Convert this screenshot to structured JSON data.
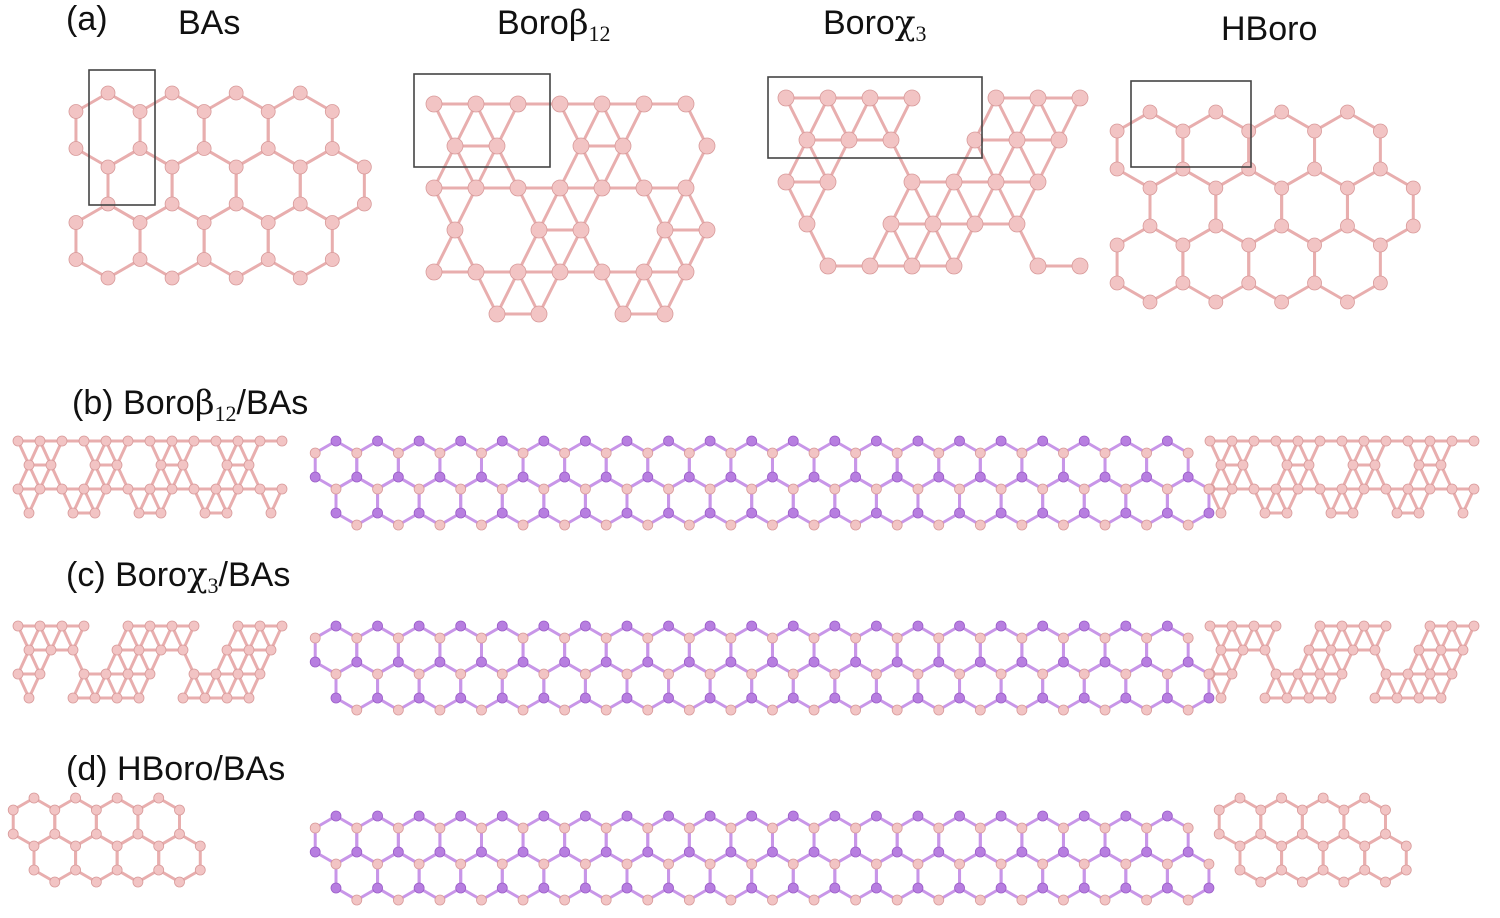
{
  "panel_a": {
    "tag": "(a)",
    "titles": {
      "bas": "BAs",
      "beta": {
        "base": "Boro",
        "symbol": "β",
        "sub": "12"
      },
      "chi": {
        "base": "Boro",
        "symbol": "χ",
        "sub": "3"
      },
      "hboro": "HBoro"
    }
  },
  "panel_b": {
    "tag": "(b)",
    "base": "Boro",
    "symbol": "β",
    "sub": "12",
    "suffix": "/BAs"
  },
  "panel_c": {
    "tag": "(c)",
    "base": "Boro",
    "symbol": "χ",
    "sub": "3",
    "suffix": "/BAs"
  },
  "panel_d": {
    "tag": "(d)",
    "text": "HBoro/BAs"
  },
  "colors": {
    "boron": "#f2c4c4",
    "boron_bond": "#e8aeae",
    "arsenic": "#b77ee0",
    "arsenic_bond": "#c896e8",
    "unit_cell": "#444444"
  }
}
